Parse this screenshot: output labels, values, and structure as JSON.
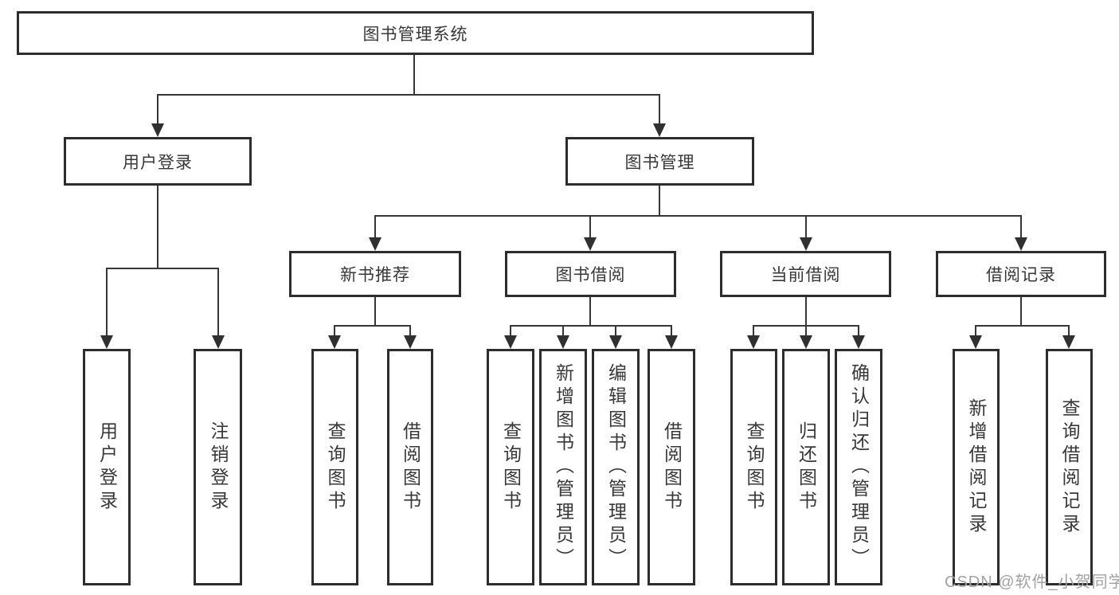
{
  "tree": {
    "root": "图书管理系统",
    "branches": [
      {
        "label": "用户登录",
        "leaves": [
          "用户登录",
          "注销登录"
        ]
      },
      {
        "label": "图书管理",
        "groups": [
          {
            "label": "新书推荐",
            "leaves": [
              "查询图书",
              "借阅图书"
            ]
          },
          {
            "label": "图书借阅",
            "leaves": [
              "查询图书",
              "新增图书（管理员）",
              "编辑图书（管理员）",
              "借阅图书"
            ]
          },
          {
            "label": "当前借阅",
            "leaves": [
              "查询图书",
              "归还图书",
              "确认归还（管理员）"
            ]
          },
          {
            "label": "借阅记录",
            "leaves": [
              "新增借阅记录",
              "查询借阅记录"
            ]
          }
        ]
      }
    ]
  },
  "colors": {
    "line": "#363636",
    "border": "#2d2d2d",
    "text": "#383838",
    "watermark": "#a2a2a2"
  },
  "watermark": "CSDN @软件_小贺同学"
}
